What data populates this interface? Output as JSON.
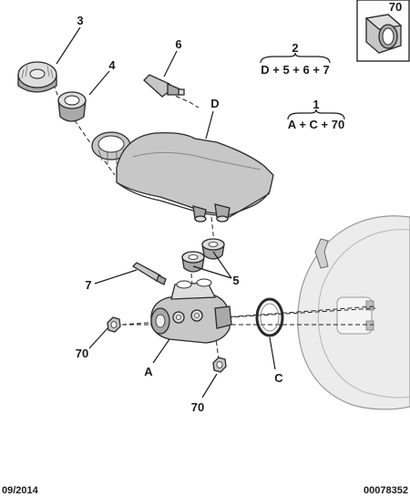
{
  "callouts": {
    "c3": "3",
    "c4": "4",
    "c6": "6",
    "cD": "D",
    "c7": "7",
    "c5": "5",
    "cA": "A",
    "cC": "C",
    "c70a": "70",
    "c70b": "70"
  },
  "formulas": {
    "f2": {
      "number": "2",
      "expression": "D + 5 + 6 + 7"
    },
    "f1": {
      "number": "1",
      "expression": "A + C + 70"
    }
  },
  "inset": {
    "label": "70"
  },
  "footer": {
    "date": "09/2014",
    "code": "00078352"
  }
}
